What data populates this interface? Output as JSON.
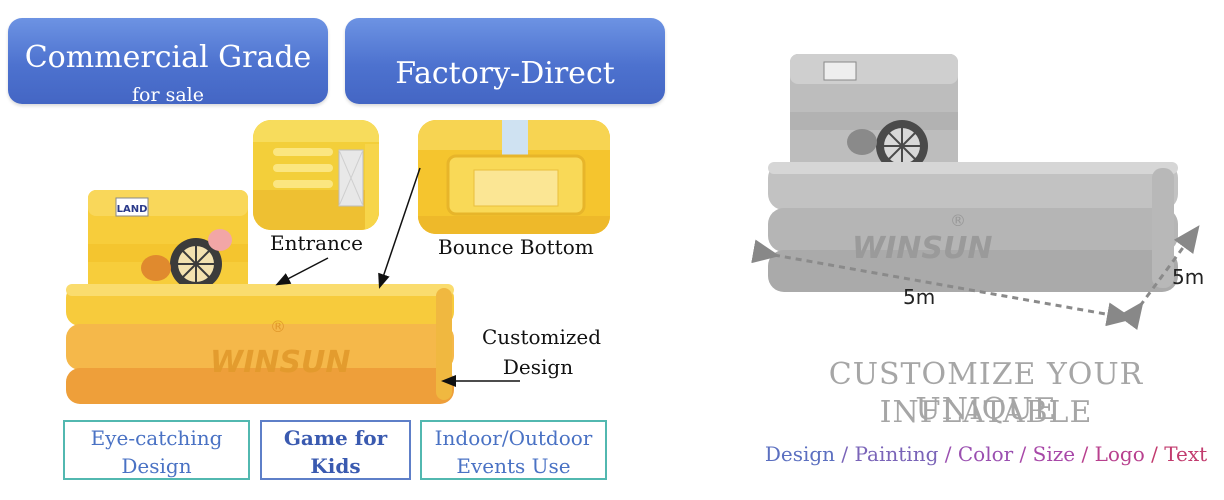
{
  "banner": {
    "commercial_title": "Commercial Grade",
    "commercial_subtitle": "for sale",
    "factory_title": "Factory-Direct"
  },
  "captions": {
    "entrance": "Entrance",
    "bounce_bottom": "Bounce Bottom",
    "customized_line1": "Customized",
    "customized_line2": "Design"
  },
  "product_marks": {
    "brand_logo": "WINSUN",
    "sign_label": "LAND"
  },
  "features": [
    {
      "line1": "Eye-catching",
      "line2": "Design"
    },
    {
      "line1": "Game for",
      "line2": "Kids"
    },
    {
      "line1": "Indoor/Outdoor",
      "line2": "Events Use"
    }
  ],
  "dimensions": {
    "length": "5m",
    "width": "5m"
  },
  "heading": {
    "line1": "CUSTOMIZE YOUR UNIQUE",
    "line2": "INFLATABLE"
  },
  "options": [
    {
      "label": "Design",
      "color": "#5b6fc0"
    },
    {
      "label": "Painting",
      "color": "#7a64b8"
    },
    {
      "label": "Color",
      "color": "#9a4fb0"
    },
    {
      "label": "Size",
      "color": "#a848a8"
    },
    {
      "label": "Logo",
      "color": "#b8408e"
    },
    {
      "label": "Text",
      "color": "#c23b6e"
    }
  ],
  "options_separator": " / ",
  "colors": {
    "banner_blue": "#4d72cf",
    "inflatable_yellow": "#f6c630",
    "inflatable_orange": "#f0a73a",
    "feature_border": "#52b8b0",
    "heading_gray": "#a6a6a6"
  }
}
